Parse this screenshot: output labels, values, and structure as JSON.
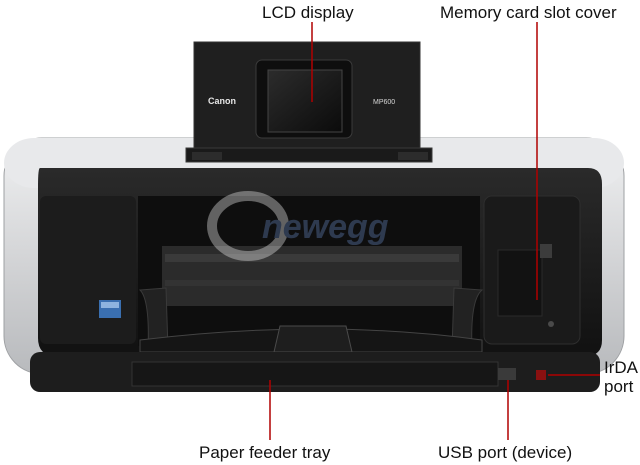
{
  "labels": {
    "lcd_display": "LCD display",
    "memory_card_slot_cover": "Memory card slot cover",
    "irda_port": [
      "IrDA",
      "port"
    ],
    "paper_feeder_tray": "Paper feeder tray",
    "usb_port": "USB port (device)"
  },
  "printer": {
    "brand": "Canon",
    "model": "MP600"
  },
  "watermark": "newegg",
  "colors": {
    "body_black": "#1a1a1a",
    "body_silver": "#d9dadc",
    "leader_line": "#b00000"
  }
}
